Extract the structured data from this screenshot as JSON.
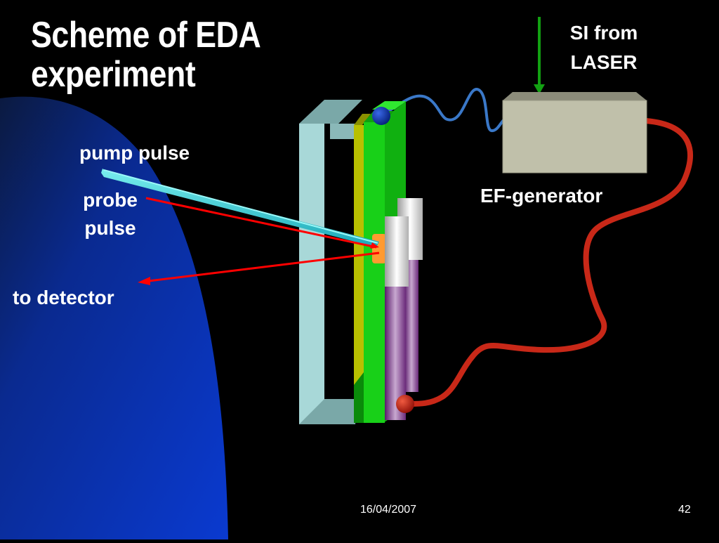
{
  "slide": {
    "title_line1": "Scheme of EDA",
    "title_line2": "experiment",
    "date": "16/04/2007",
    "page_number": "42"
  },
  "labels": {
    "si_line1": "SI from",
    "si_line2": "LASER",
    "pump_pulse": "pump pulse",
    "probe_line1": "probe",
    "probe_line2": "pulse",
    "to_detector": "to detector",
    "ef_generator": "EF-generator"
  },
  "colors": {
    "background": "#000000",
    "blue_arc": "#0a33c8",
    "pump_beam": "#2ec8d0",
    "probe_beam": "#ff0000",
    "laser_arrow": "#12a012",
    "cell_frame": "#a8d8d8",
    "electrode_green": "#18d018",
    "electrode_yellow": "#b8c000",
    "generator_box": "#c0c0aa",
    "red_wire": "#c82818",
    "blue_wire": "#3a78c8",
    "contact_blue": "#0a2ea0",
    "contact_red": "#c01a10",
    "sample_orange": "#ff9a30",
    "clamp_purple": "#7a2a8a"
  }
}
